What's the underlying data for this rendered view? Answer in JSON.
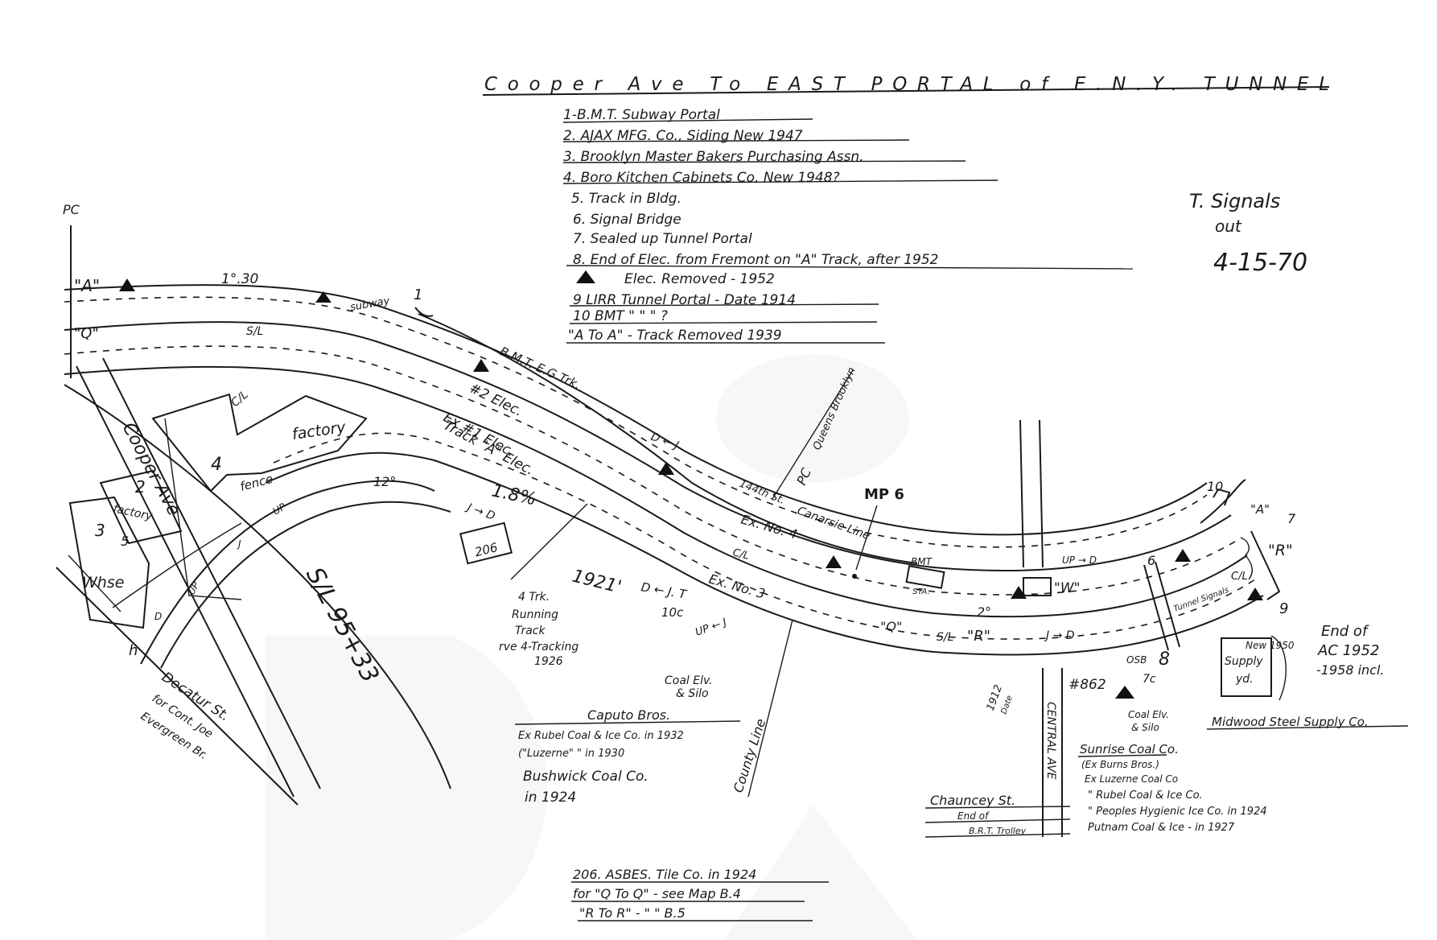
{
  "title": "Cooper Ave To EAST PORTAL of E.N.Y. TUNNEL",
  "legend": [
    "1-B.M.T. Subway Portal",
    "2. AJAX MFG. Co., Siding New 1947",
    "3. Brooklyn Master Bakers Purchasing Assn.",
    "4. Boro Kitchen Cabinets Co. New 1948?",
    "5. Track in Bldg.",
    "6. Signal Bridge",
    "7. Sealed up Tunnel Portal",
    "8. End of Elec. from Fremont on \"A\" Track, after 1952",
    "Elec. Removed - 1952",
    "9 LIRR Tunnel Portal - Date 1914",
    "10 BMT \" \" \" ?",
    "\"A To A\" - Track Removed 1939"
  ],
  "signals_note": [
    "T. Signals",
    "out",
    "4-15-70"
  ],
  "labels": {
    "pc_left": "PC",
    "track_a_left": "\"A\"",
    "track_q_left": "\"Q\"",
    "grade_1_30": "1°.30",
    "subway": "subway",
    "num_1": "1",
    "cl": "C/L",
    "sl_left": "S/L",
    "bmt_eg": "B.M.T. E.G Trk.",
    "no2": "#2 Elec.",
    "ex1": "Ex #1 Elec.",
    "track_a_elec": "Track \"A\" Elec.",
    "factory_top": "factory",
    "fence": "fence",
    "bldg4": "4",
    "bldg2": "2",
    "factory_small": "factory",
    "bldg3": "3",
    "num5": "5",
    "whse": "Whse",
    "cooper_ave": "Cooper Ave",
    "deg12": "12°",
    "grade_1_8": "1.8%",
    "box206": "206",
    "dj_upper": "D ← J",
    "dj_mid": "J → D",
    "up1": "UP",
    "up2": "UP",
    "d_small": "D",
    "j_small": "J",
    "h_letter": "h",
    "sl_9533": "S/L 95+33",
    "decatur": "Decatur St.",
    "for_cont": "for Cont. Joe",
    "evergreen": "Evergreen Br.",
    "rvt_running": [
      "4 Trk.",
      "Running",
      "Track",
      "rve 4-Tracking",
      "1926"
    ],
    "grade_1921": "1921'",
    "d_jt": "D ← J. T",
    "ten_c": "10c",
    "up_j": "UP ← J",
    "coal_elv_left": [
      "Coal Elv.",
      "& Silo"
    ],
    "caputo": "Caputo Bros.",
    "ex_rubel": "Ex Rubel Coal & Ice Co. in 1932",
    "luzerne": "(\"Luzerne\" \" in 1930",
    "bushwick": "Bushwick Coal Co.",
    "in1924": "in 1924",
    "county_line": "County Line",
    "pc_mid": "PC",
    "queens_brooklyn": "Queens Brooklyn",
    "st144": "144th St.",
    "canarsie": "Canarsie Line",
    "bmt_sta": "BMT",
    "sta": "STA.",
    "ex_no4": "Ex. No. 4",
    "ex_no3": "Ex. No. 3",
    "cl_mid": "C/L",
    "mp6": "MP 6",
    "deg2": "2°",
    "q_mid": "\"Q\"",
    "sl_mid": "S/L",
    "r_mid": "\"R\"",
    "j_arrow_d": "J → D",
    "w_label": "\"W\"",
    "up_arrow": "UP → D",
    "six": "6",
    "tunnel_signals": "Tunnel Signals",
    "cl_right": "C/L",
    "num10": "10",
    "a_right": "\"A\"",
    "seven": "7",
    "r_right": "\"R\"",
    "nine": "9",
    "eight": "8",
    "osb": "OSB",
    "num862": "#862",
    "seven_c": "7c",
    "coal_elv_right": [
      "Coal Elv.",
      "& Silo"
    ],
    "date1912": [
      "1912",
      "Date"
    ],
    "central_ave": "CENTRAL AVE",
    "new1950": "New 1950",
    "supply_yd": [
      "Supply",
      "yd."
    ],
    "end_of_ac": [
      "End of",
      "AC 1952",
      "-1958 incl."
    ],
    "midwood": "Midwood Steel Supply Co.",
    "sunrise": "Sunrise Coal Co.",
    "ex_burns": "(Ex Burns Bros.)",
    "ex_luzerne": "Ex Luzerne Coal Co",
    "rubel": "\" Rubel Coal & Ice Co.",
    "peoples": "\" Peoples Hygienic Ice Co. in 1924",
    "putnam": "Putnam Coal & Ice - in 1927",
    "chauncey": "Chauncey St.",
    "end_of": "End of",
    "brt_trolley": "B.R.T. Trolley",
    "bottom_notes": [
      "206. ASBES. Tile Co. in 1924",
      "for \"Q To Q\" - see Map B.4",
      "\"R To R\" - \" \" B.5"
    ]
  }
}
